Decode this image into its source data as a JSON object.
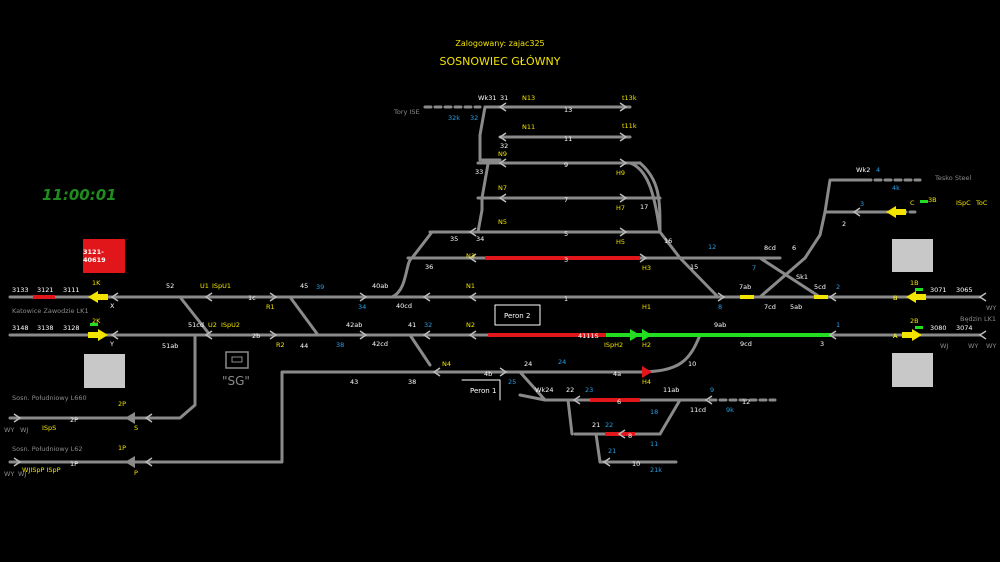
{
  "header": {
    "logged_in": "Zalogowany: zajac325",
    "station": "SOSNOWIEC GŁÓWNY"
  },
  "clock": "11:00:01",
  "alarm_box": "3121-40619",
  "platforms": {
    "p2": "Peron 2",
    "p1": "Peron 1"
  },
  "sg_label": "\"SG\"",
  "colors": {
    "track": "#8a8a8a",
    "occupied": "#e0161a",
    "route_set": "#22dd22",
    "label_white": "#ffffff",
    "label_yellow": "#f2e400",
    "label_blue": "#2aa0e6",
    "label_grey": "#8a8a8a",
    "clock": "#1e8c1e"
  },
  "labels": {
    "white": [
      {
        "id": "l1",
        "text": "3133"
      },
      {
        "id": "l2",
        "text": "3121"
      },
      {
        "id": "l3",
        "text": "3111"
      },
      {
        "id": "l4",
        "text": "3148"
      },
      {
        "id": "l5",
        "text": "3138"
      },
      {
        "id": "l6",
        "text": "3128"
      },
      {
        "id": "l7",
        "text": "X"
      },
      {
        "id": "l8",
        "text": "Y"
      },
      {
        "id": "l9",
        "text": "52"
      },
      {
        "id": "l10",
        "text": "1c"
      },
      {
        "id": "l11",
        "text": "45"
      },
      {
        "id": "l12",
        "text": "51cd"
      },
      {
        "id": "l13",
        "text": "2b"
      },
      {
        "id": "l14",
        "text": "44"
      },
      {
        "id": "l15",
        "text": "51ab"
      },
      {
        "id": "l16",
        "text": "40ab"
      },
      {
        "id": "l17",
        "text": "40cd"
      },
      {
        "id": "l18",
        "text": "42ab"
      },
      {
        "id": "l19",
        "text": "42cd"
      },
      {
        "id": "l20",
        "text": "41"
      },
      {
        "id": "l21",
        "text": "36"
      },
      {
        "id": "l22",
        "text": "35"
      },
      {
        "id": "l23",
        "text": "34"
      },
      {
        "id": "l24",
        "text": "33"
      },
      {
        "id": "l25",
        "text": "32"
      },
      {
        "id": "l26",
        "text": "31"
      },
      {
        "id": "l27",
        "text": "Wk31"
      },
      {
        "id": "l28",
        "text": "13"
      },
      {
        "id": "l29",
        "text": "11"
      },
      {
        "id": "l30",
        "text": "9"
      },
      {
        "id": "l31",
        "text": "7"
      },
      {
        "id": "l32",
        "text": "5"
      },
      {
        "id": "l33",
        "text": "3"
      },
      {
        "id": "l34",
        "text": "1"
      },
      {
        "id": "l35",
        "text": "17"
      },
      {
        "id": "l36",
        "text": "16"
      },
      {
        "id": "l37",
        "text": "15"
      },
      {
        "id": "l38",
        "text": "8cd"
      },
      {
        "id": "l39",
        "text": "6"
      },
      {
        "id": "l40",
        "text": "Sk1"
      },
      {
        "id": "l41",
        "text": "7ab"
      },
      {
        "id": "l42",
        "text": "5cd"
      },
      {
        "id": "l43",
        "text": "7cd"
      },
      {
        "id": "l44",
        "text": "5ab"
      },
      {
        "id": "l45",
        "text": "9ab"
      },
      {
        "id": "l46",
        "text": "9cd"
      },
      {
        "id": "l47",
        "text": "3"
      },
      {
        "id": "l48",
        "text": "10"
      },
      {
        "id": "l49",
        "text": "11ab"
      },
      {
        "id": "l50",
        "text": "11cd"
      },
      {
        "id": "l51",
        "text": "12"
      },
      {
        "id": "l52",
        "text": "6"
      },
      {
        "id": "l53",
        "text": "8"
      },
      {
        "id": "l54",
        "text": "21"
      },
      {
        "id": "l55",
        "text": "22"
      },
      {
        "id": "l56",
        "text": "Wk24"
      },
      {
        "id": "l57",
        "text": "24"
      },
      {
        "id": "l58",
        "text": "4b"
      },
      {
        "id": "l59",
        "text": "4a"
      },
      {
        "id": "l60",
        "text": "43"
      },
      {
        "id": "l61",
        "text": "38"
      },
      {
        "id": "l62",
        "text": "2P"
      },
      {
        "id": "l63",
        "text": "1P"
      },
      {
        "id": "l64",
        "text": "2"
      },
      {
        "id": "l65",
        "text": "3071"
      },
      {
        "id": "l66",
        "text": "3065"
      },
      {
        "id": "l67",
        "text": "3080"
      },
      {
        "id": "l68",
        "text": "3074"
      },
      {
        "id": "l69",
        "text": "Wk2"
      },
      {
        "id": "l70",
        "text": "10"
      },
      {
        "id": "l71",
        "text": "4111S"
      },
      {
        "id": "l72",
        "text": "B"
      },
      {
        "id": "l73",
        "text": "A"
      }
    ],
    "yellow": [
      {
        "id": "y1",
        "text": "1K"
      },
      {
        "id": "y2",
        "text": "2K"
      },
      {
        "id": "y3",
        "text": "U1"
      },
      {
        "id": "y4",
        "text": "ISpU1"
      },
      {
        "id": "y5",
        "text": "U2"
      },
      {
        "id": "y6",
        "text": "ISpU2"
      },
      {
        "id": "y7",
        "text": "R1"
      },
      {
        "id": "y8",
        "text": "R2"
      },
      {
        "id": "y9",
        "text": "N13"
      },
      {
        "id": "y10",
        "text": "N11"
      },
      {
        "id": "y11",
        "text": "N9"
      },
      {
        "id": "y12",
        "text": "N7"
      },
      {
        "id": "y13",
        "text": "N5"
      },
      {
        "id": "y14",
        "text": "N3"
      },
      {
        "id": "y15",
        "text": "N1"
      },
      {
        "id": "y16",
        "text": "N2"
      },
      {
        "id": "y17",
        "text": "N4"
      },
      {
        "id": "y18",
        "text": "t13k"
      },
      {
        "id": "y19",
        "text": "t11k"
      },
      {
        "id": "y20",
        "text": "H9"
      },
      {
        "id": "y21",
        "text": "H7"
      },
      {
        "id": "y22",
        "text": "H5"
      },
      {
        "id": "y23",
        "text": "H3"
      },
      {
        "id": "y24",
        "text": "H1"
      },
      {
        "id": "y25",
        "text": "H2"
      },
      {
        "id": "y26",
        "text": "ISpH2"
      },
      {
        "id": "y27",
        "text": "H4"
      },
      {
        "id": "y28",
        "text": "C"
      },
      {
        "id": "y29",
        "text": "3B"
      },
      {
        "id": "y30",
        "text": "ISpC"
      },
      {
        "id": "y31",
        "text": "ToC"
      },
      {
        "id": "y32",
        "text": "1B"
      },
      {
        "id": "y33",
        "text": "2B"
      },
      {
        "id": "y34",
        "text": "2P"
      },
      {
        "id": "y35",
        "text": "S"
      },
      {
        "id": "y36",
        "text": "ISpS"
      },
      {
        "id": "y37",
        "text": "1P"
      },
      {
        "id": "y38",
        "text": "P"
      },
      {
        "id": "y39",
        "text": "WJISpP ISpP"
      },
      {
        "id": "y40",
        "text": "B"
      },
      {
        "id": "y41",
        "text": "A"
      }
    ],
    "blue": [
      {
        "id": "b1",
        "text": "32k"
      },
      {
        "id": "b2",
        "text": "32"
      },
      {
        "id": "b3",
        "text": "39"
      },
      {
        "id": "b4",
        "text": "34"
      },
      {
        "id": "b5",
        "text": "32"
      },
      {
        "id": "b6",
        "text": "38"
      },
      {
        "id": "b7",
        "text": "12"
      },
      {
        "id": "b8",
        "text": "7"
      },
      {
        "id": "b9",
        "text": "8"
      },
      {
        "id": "b10",
        "text": "2"
      },
      {
        "id": "b11",
        "text": "1"
      },
      {
        "id": "b12",
        "text": "3"
      },
      {
        "id": "b13",
        "text": "4"
      },
      {
        "id": "b14",
        "text": "4k"
      },
      {
        "id": "b15",
        "text": "24"
      },
      {
        "id": "b16",
        "text": "25"
      },
      {
        "id": "b17",
        "text": "23"
      },
      {
        "id": "b18",
        "text": "18"
      },
      {
        "id": "b19",
        "text": "22"
      },
      {
        "id": "b20",
        "text": "11"
      },
      {
        "id": "b21",
        "text": "21"
      },
      {
        "id": "b22",
        "text": "21k"
      },
      {
        "id": "b23",
        "text": "9"
      },
      {
        "id": "b24",
        "text": "9k"
      }
    ],
    "grey": [
      {
        "id": "g1",
        "text": "Tory ISE"
      },
      {
        "id": "g2",
        "text": "Katowice Zawodzie LK1"
      },
      {
        "id": "g3",
        "text": "Tesko Steel"
      },
      {
        "id": "g4",
        "text": "Będzin LK1"
      },
      {
        "id": "g5",
        "text": "Sosn. Południowy L660"
      },
      {
        "id": "g6",
        "text": "Sosn. Południowy L62"
      },
      {
        "id": "g7",
        "text": "WY"
      },
      {
        "id": "g8",
        "text": "WJ"
      },
      {
        "id": "g9",
        "text": "WY"
      },
      {
        "id": "g10",
        "text": "WJ"
      },
      {
        "id": "g11",
        "text": "WY"
      },
      {
        "id": "g12",
        "text": "WY"
      },
      {
        "id": "g13",
        "text": "WJ"
      },
      {
        "id": "g14",
        "text": "WY"
      }
    ]
  }
}
